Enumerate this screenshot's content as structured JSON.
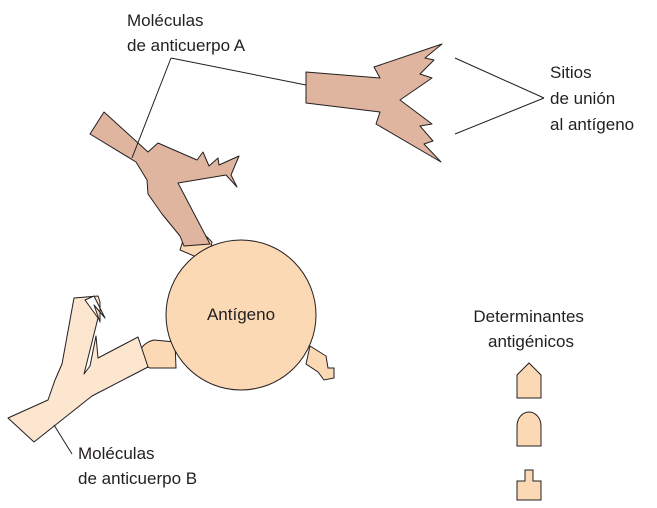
{
  "labels": {
    "antibody_a": [
      "Moléculas",
      "de anticuerpo A"
    ],
    "binding_sites": [
      "Sitios",
      "de unión",
      "al antígeno"
    ],
    "antigen": "Antígeno",
    "determinants": [
      "Determinantes",
      "antigénicos"
    ],
    "antibody_b": [
      "Moléculas",
      "de anticuerpo B"
    ]
  },
  "colors": {
    "antibody_a": "#dfb5a0",
    "antibody_b": "#fde6cf",
    "antigen": "#fcd9b5",
    "outline": "#231f20"
  }
}
